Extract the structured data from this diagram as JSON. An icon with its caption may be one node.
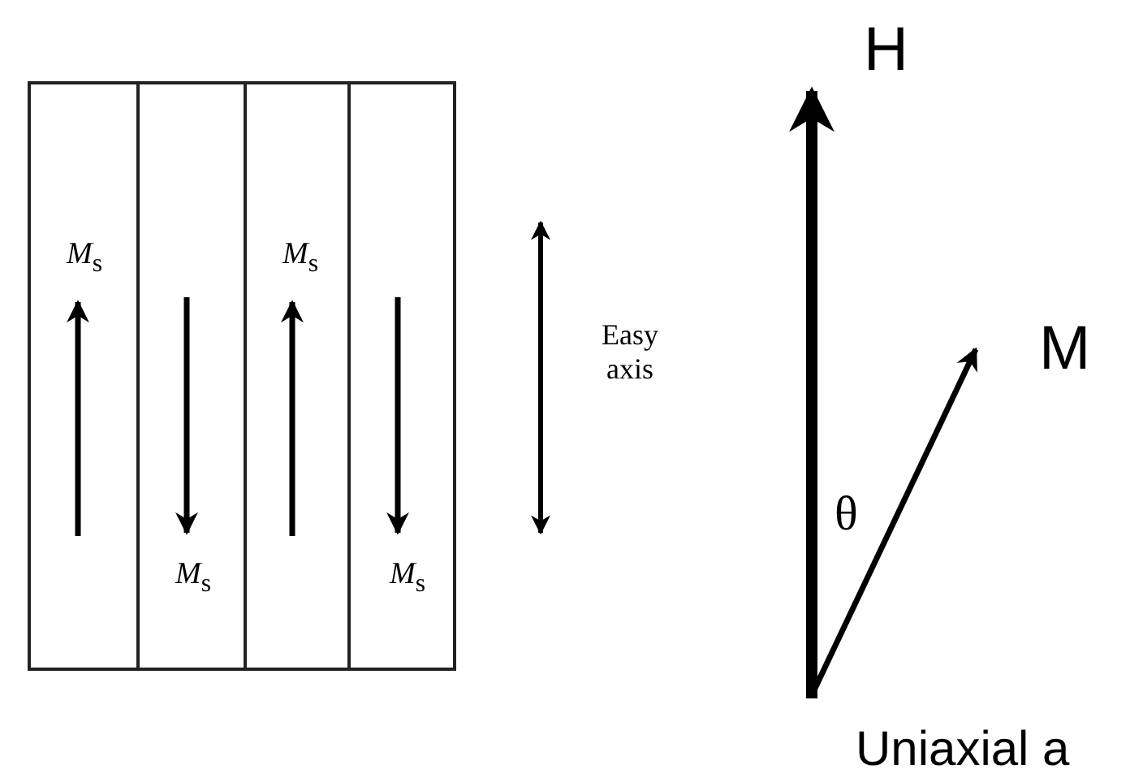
{
  "diagram": {
    "nodes": [
      {
        "text": [],
        "shape": "box"
      },
      {
        "text": [
          "*M*$_{s}$"
        ],
        "in": 0
      },
      {
        "text": [
          "*M*$_{s}$"
        ],
        "in": 0
      },
      {
        "text": [
          "*M*$_{s}$"
        ],
        "in": 0
      },
      {
        "text": [
          "*M*$_{s}$"
        ],
        "in": 0
      }
    ],
    "edges": [],
    "labels": [
      "Easy axis",
      "H",
      "M",
      "θ",
      "Uniaxial a"
    ]
  }
}
